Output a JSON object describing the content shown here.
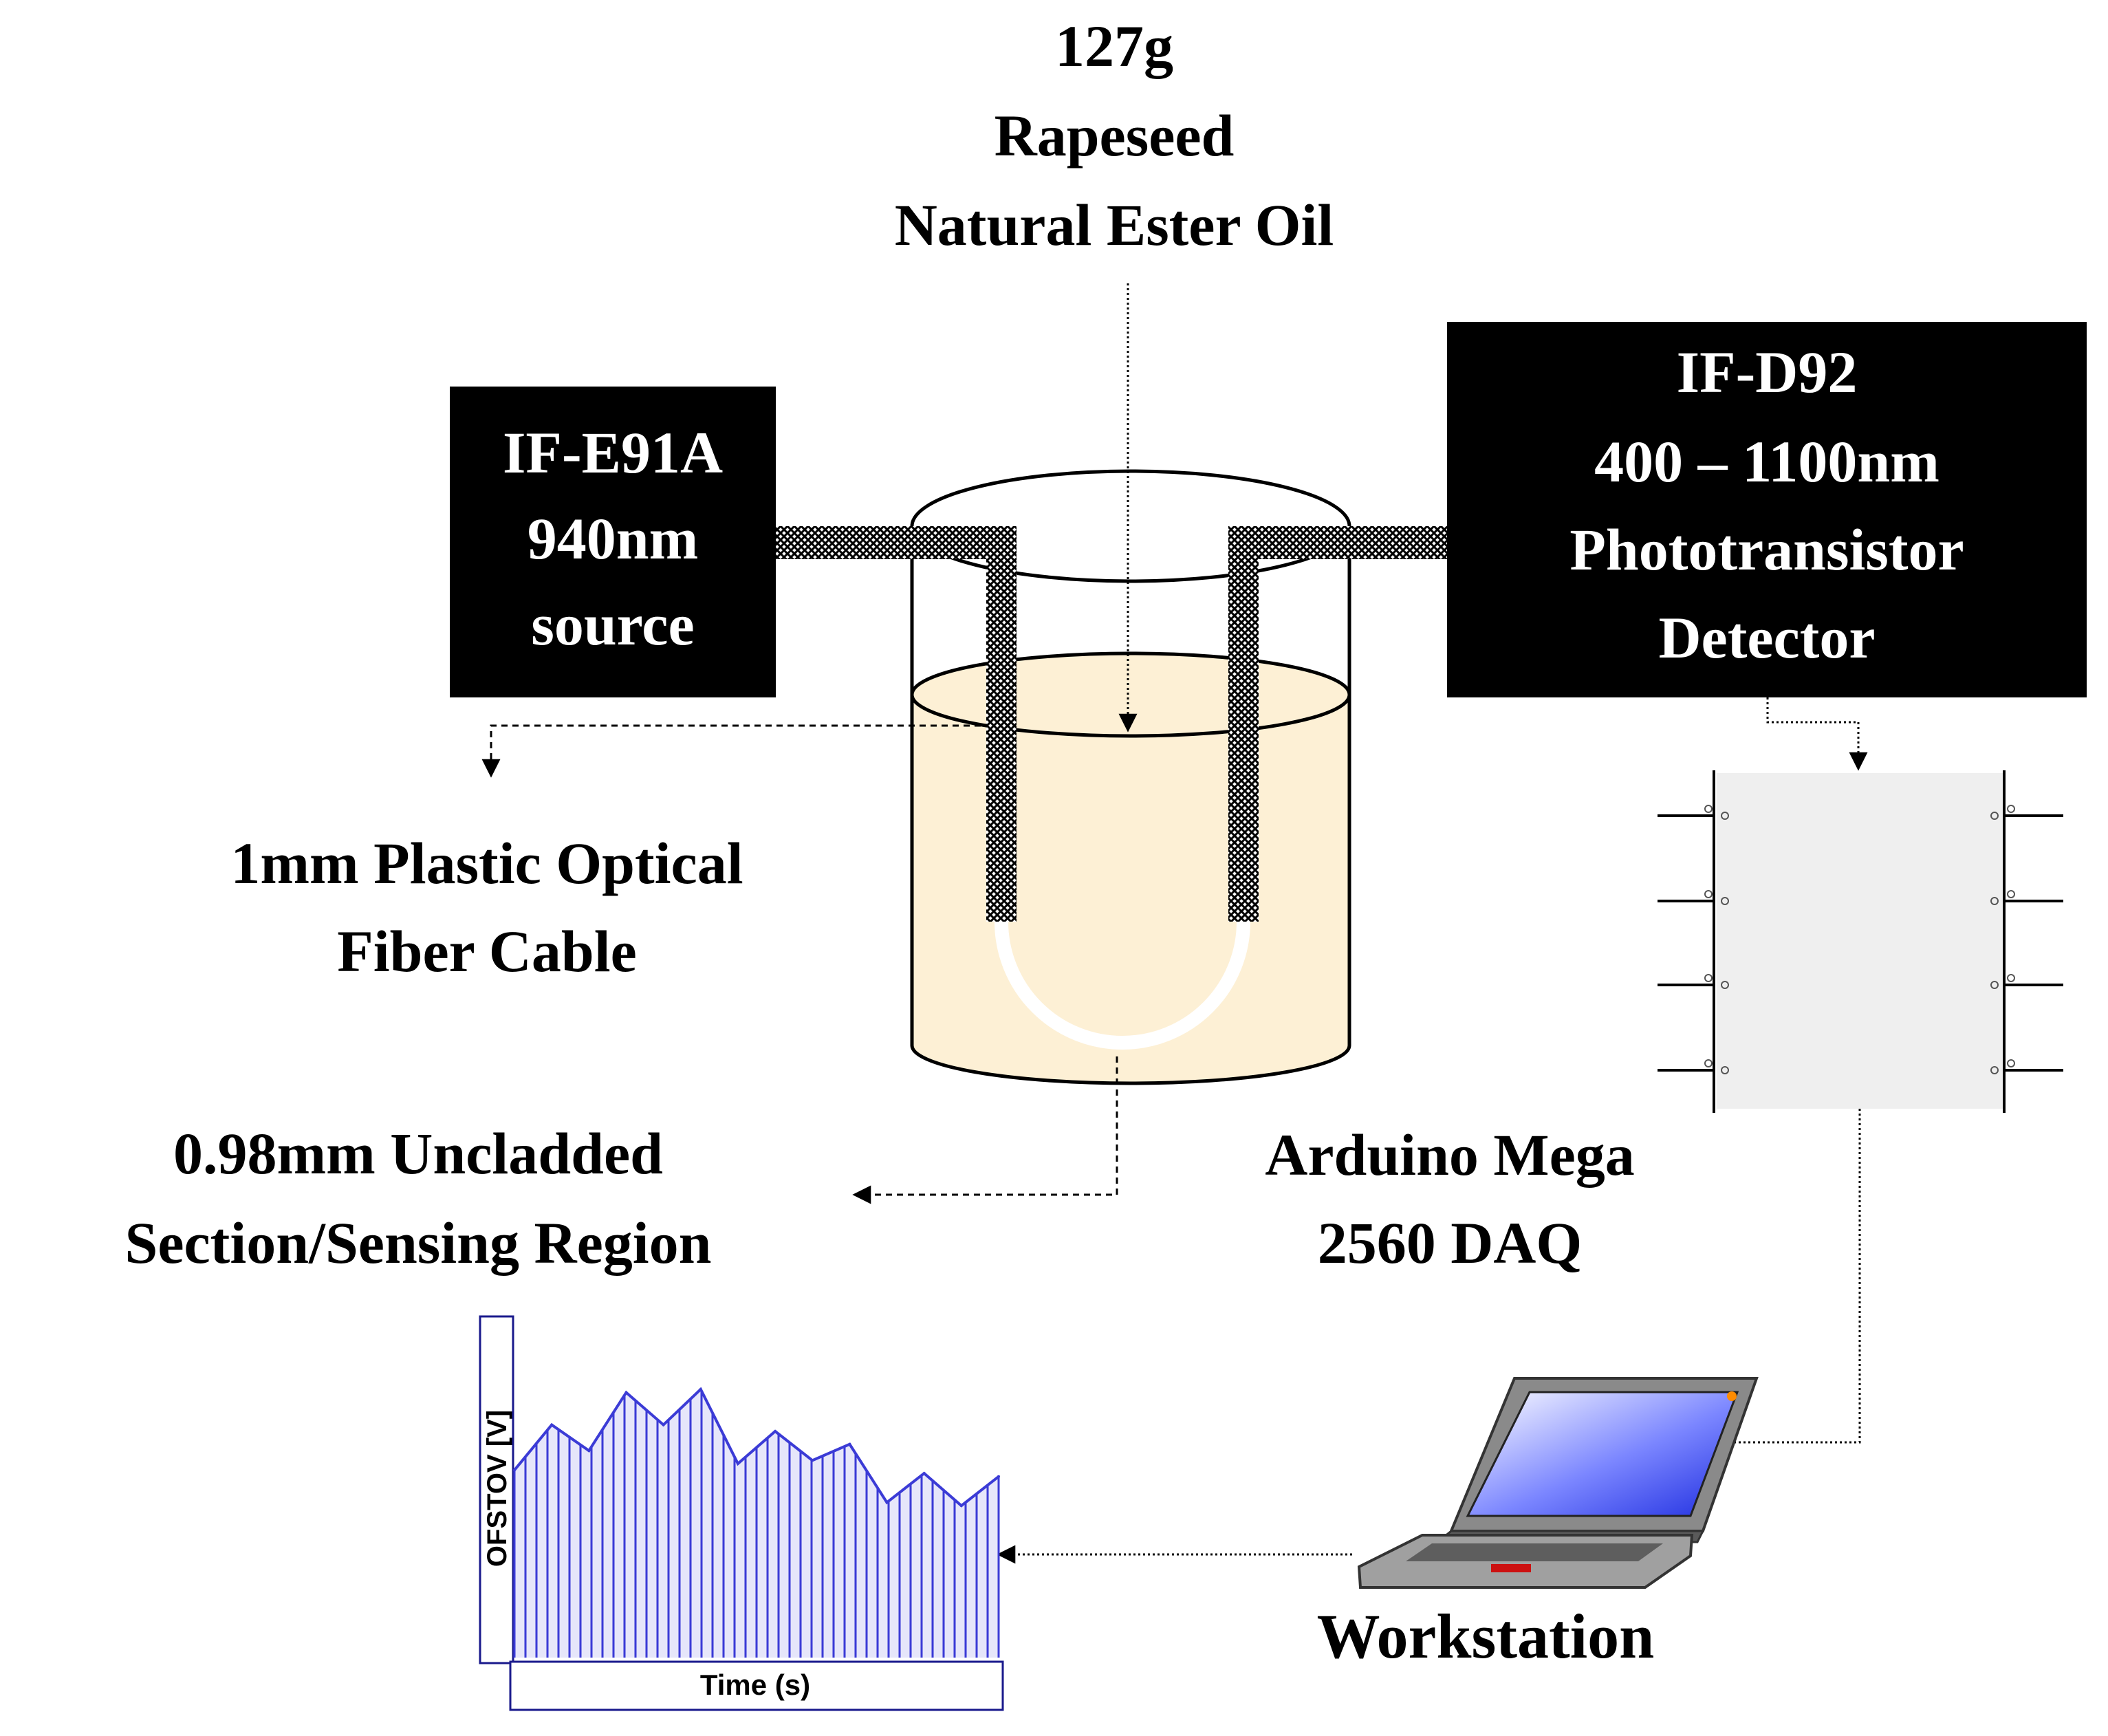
{
  "oil": {
    "line1": "127g",
    "line2": "Rapeseed",
    "line3": "Natural Ester Oil",
    "fill_color": "#fdf0d5"
  },
  "source": {
    "line1": "IF-E91A",
    "line2": "940nm",
    "line3": "source"
  },
  "detector": {
    "line1": "IF-D92",
    "line2": "400 – 1100nm",
    "line3": "Phototransistor",
    "line4": "Detector"
  },
  "fiber": {
    "line1": "1mm Plastic Optical",
    "line2": "Fiber Cable"
  },
  "sensing": {
    "line1": "0.98mm Uncladded",
    "line2": "Section/Sensing Region"
  },
  "daq": {
    "line1": "Arduino Mega",
    "line2": "2560 DAQ"
  },
  "workstation": {
    "label": "Workstation",
    "screen_color": "#1f2ee0"
  },
  "chart_data": {
    "type": "area",
    "xlabel": "Time (s)",
    "ylabel": "OFSTOV [V]",
    "color": "#3b3bd6",
    "values": [
      0.58,
      0.72,
      0.64,
      0.82,
      0.72,
      0.83,
      0.6,
      0.7,
      0.61,
      0.66,
      0.48,
      0.57,
      0.47,
      0.56
    ]
  }
}
